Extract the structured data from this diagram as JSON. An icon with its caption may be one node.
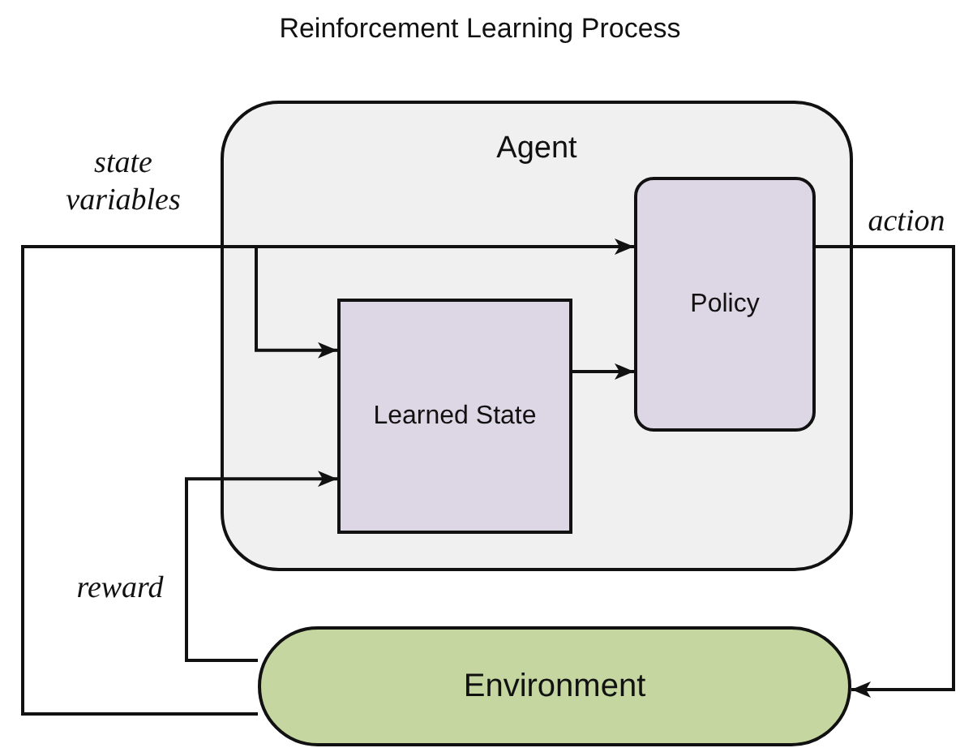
{
  "diagram": {
    "title": "Reinforcement Learning Process",
    "nodes": [
      {
        "text": [
          "Agent"
        ]
      },
      {
        "text": [
          "Policy"
        ],
        "in": 0
      },
      {
        "text": [
          "Learned State"
        ],
        "in": 0
      },
      {
        "text": [
          "Environment"
        ]
      }
    ],
    "edges": [
      {
        "from": 3,
        "to": 1,
        "arrow": "to",
        "label": "state variables"
      },
      {
        "from": 3,
        "to": 2,
        "arrow": "to"
      },
      {
        "from": 2,
        "to": 1,
        "arrow": "to"
      },
      {
        "from": 3,
        "to": 2,
        "arrow": "to",
        "label": "reward"
      },
      {
        "from": 1,
        "to": 3,
        "arrow": "to",
        "label": "action"
      }
    ]
  }
}
